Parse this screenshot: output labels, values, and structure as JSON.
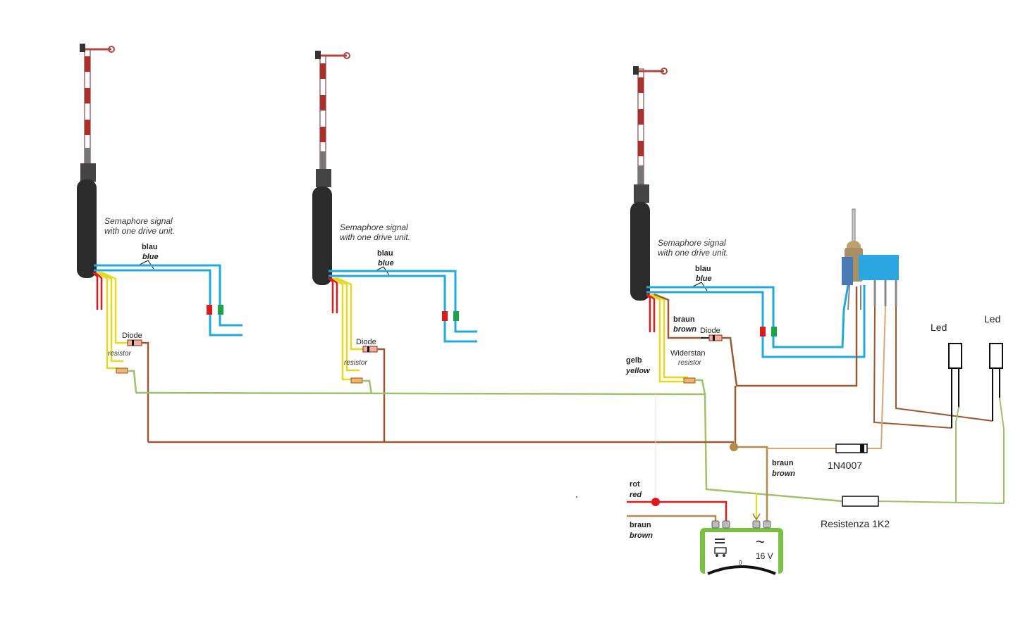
{
  "signals": [
    {
      "caption_line1": "Semaphore signal",
      "caption_line2": "with one drive unit.",
      "blue_de": "blau",
      "blue_en": "blue",
      "diode": "Diode",
      "resistor": "resistor"
    },
    {
      "caption_line1": "Semaphore signal",
      "caption_line2": "with one drive unit.",
      "blue_de": "blau",
      "blue_en": "blue",
      "diode": "Diode",
      "resistor": "resistor"
    },
    {
      "caption_line1": "Semaphore signal",
      "caption_line2": "with one drive unit.",
      "blue_de": "blau",
      "blue_en": "blue",
      "diode": "Diode",
      "resistor_de": "Widerstan",
      "resistor": "resistor",
      "brown_de": "braun",
      "brown_en": "brown",
      "yellow_de": "gelb",
      "yellow_en": "yellow"
    }
  ],
  "transformer": {
    "voltage": "16 V",
    "tilde": "~",
    "zero": "0",
    "red_de": "rot",
    "red_en": "red",
    "brown_de": "braun",
    "brown_en": "brown",
    "brown2_de": "braun",
    "brown2_en": "brown"
  },
  "components": {
    "diode_label": "1N4007",
    "resistor_label": "Resistenza 1K2",
    "led1": "Led",
    "led2": "Led"
  },
  "colors": {
    "blue_wire": "#22a9dc",
    "brown_wire": "#9b5a32",
    "green_wire": "#9ec26b",
    "tan_wire": "#d9a77a",
    "red_wire": "#e01a1a",
    "yellow_wire": "#e8d820",
    "transformer_green": "#7ac043"
  }
}
